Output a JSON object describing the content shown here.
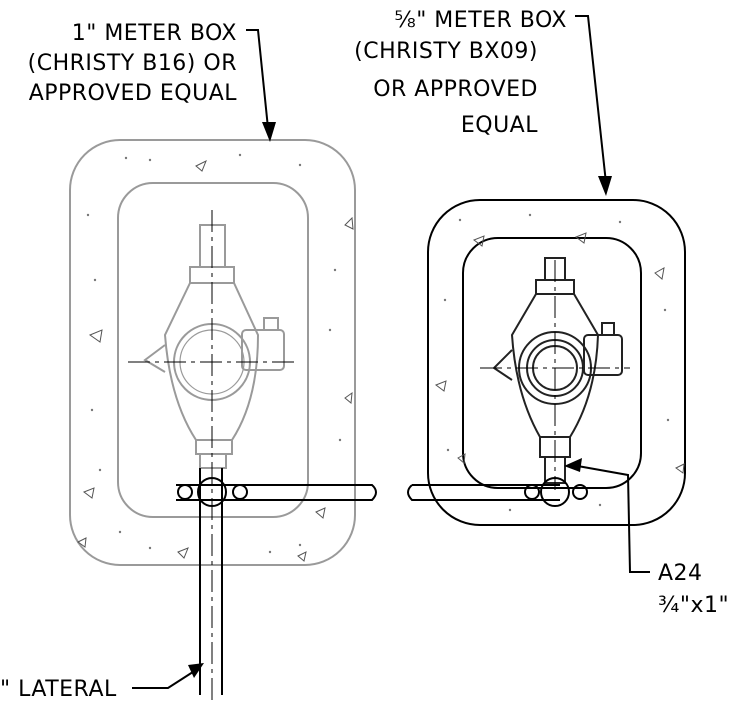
{
  "labels": {
    "meter_box_1in": [
      "1\" METER BOX",
      "(CHRISTY B16) OR",
      "APPROVED EQUAL"
    ],
    "meter_box_5_8in": [
      "⅝\" METER BOX",
      "(CHRISTY BX09)",
      "OR APPROVED",
      "EQUAL"
    ],
    "fitting": [
      "A24",
      "¾\"x1\""
    ],
    "lateral": "\" LATERAL"
  }
}
